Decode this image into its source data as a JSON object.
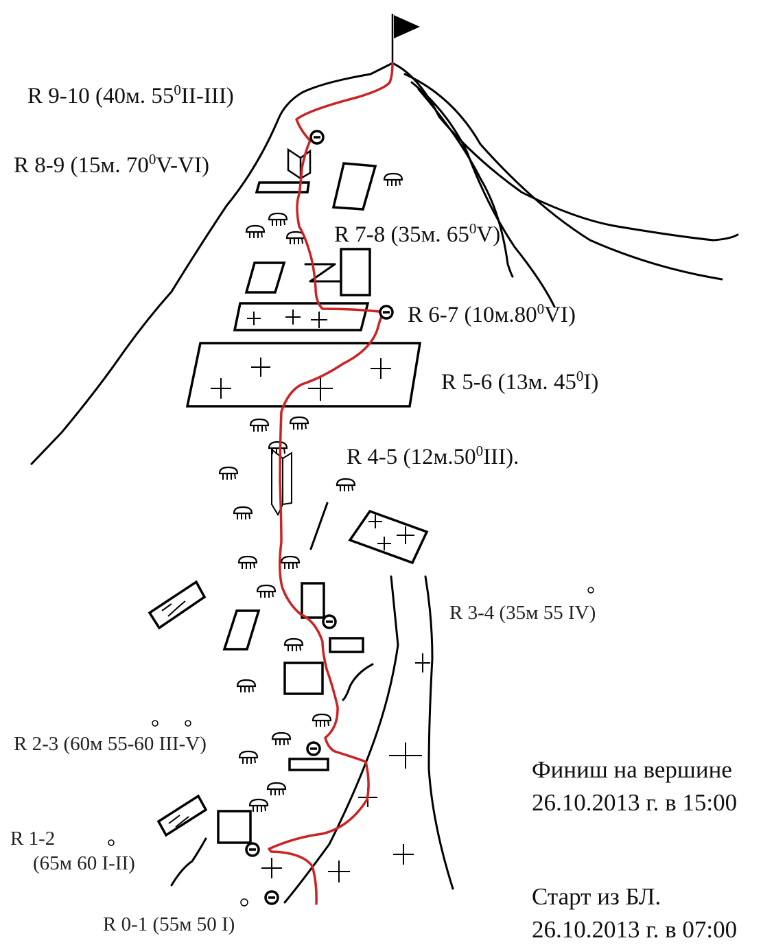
{
  "labels": {
    "r9_10": "R 9-10 (40м. 55",
    "r9_10_deg": "0",
    "r9_10_end": "II-III)",
    "r8_9": "R 8-9 (15м. 70",
    "r8_9_deg": "0",
    "r8_9_end": "V-VI)",
    "r7_8": "R 7-8 (35м. 65",
    "r7_8_deg": "0",
    "r7_8_end": "V)",
    "r6_7": "R 6-7 (10м.80",
    "r6_7_deg": "0",
    "r6_7_end": "VI)",
    "r5_6": "R 5-6 (13м. 45",
    "r5_6_deg": "0",
    "r5_6_end": "I)",
    "r4_5": "R 4-5 (12м.50",
    "r4_5_deg": "0",
    "r4_5_end": "III).",
    "r3_4": "R 3-4 (35м 55 IV)",
    "r2_3": "R 2-3 (60м 55-60 III-V)",
    "r1_2_a": "R 1-2",
    "r1_2_b": "(65м 60 I-II)",
    "r0_1": "R 0-1 (55м 50 I)"
  },
  "notes": {
    "finish_1": "Финиш на вершине",
    "finish_2": "26.10.2013 г. в 15:00",
    "start_1": "Старт  из БЛ.",
    "start_2": "26.10.2013 г. в 07:00"
  },
  "colors": {
    "route": "#cc2222",
    "lines": "#000000"
  }
}
